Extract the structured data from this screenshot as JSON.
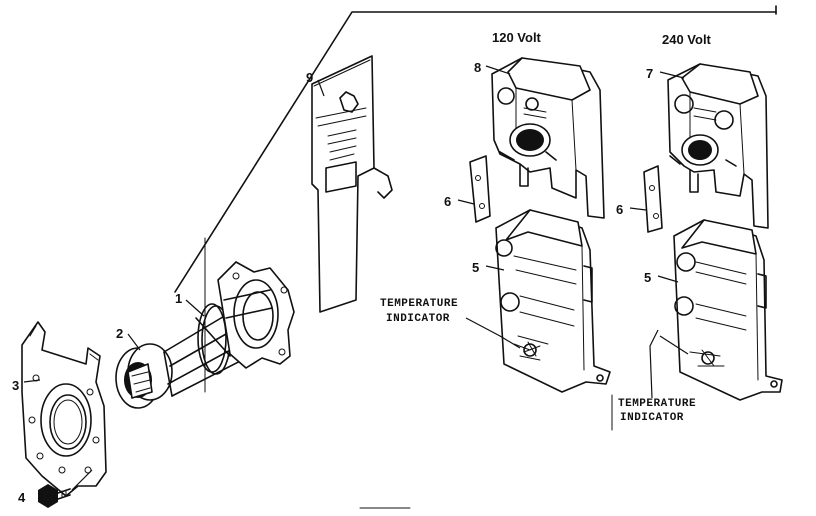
{
  "headers": {
    "v120": "120 Volt",
    "v240": "240 Volt"
  },
  "callouts": {
    "n1": "1",
    "n2": "2",
    "n3": "3",
    "n4": "4",
    "n5a": "5",
    "n5b": "5",
    "n6a": "6",
    "n6b": "6",
    "n7": "7",
    "n8": "8",
    "n9": "9"
  },
  "captions": {
    "temp_left_line1": "TEMPERATURE",
    "temp_left_line2": "INDICATOR",
    "temp_right_line1": "TEMPERATURE",
    "temp_right_line2": "INDICATOR"
  }
}
